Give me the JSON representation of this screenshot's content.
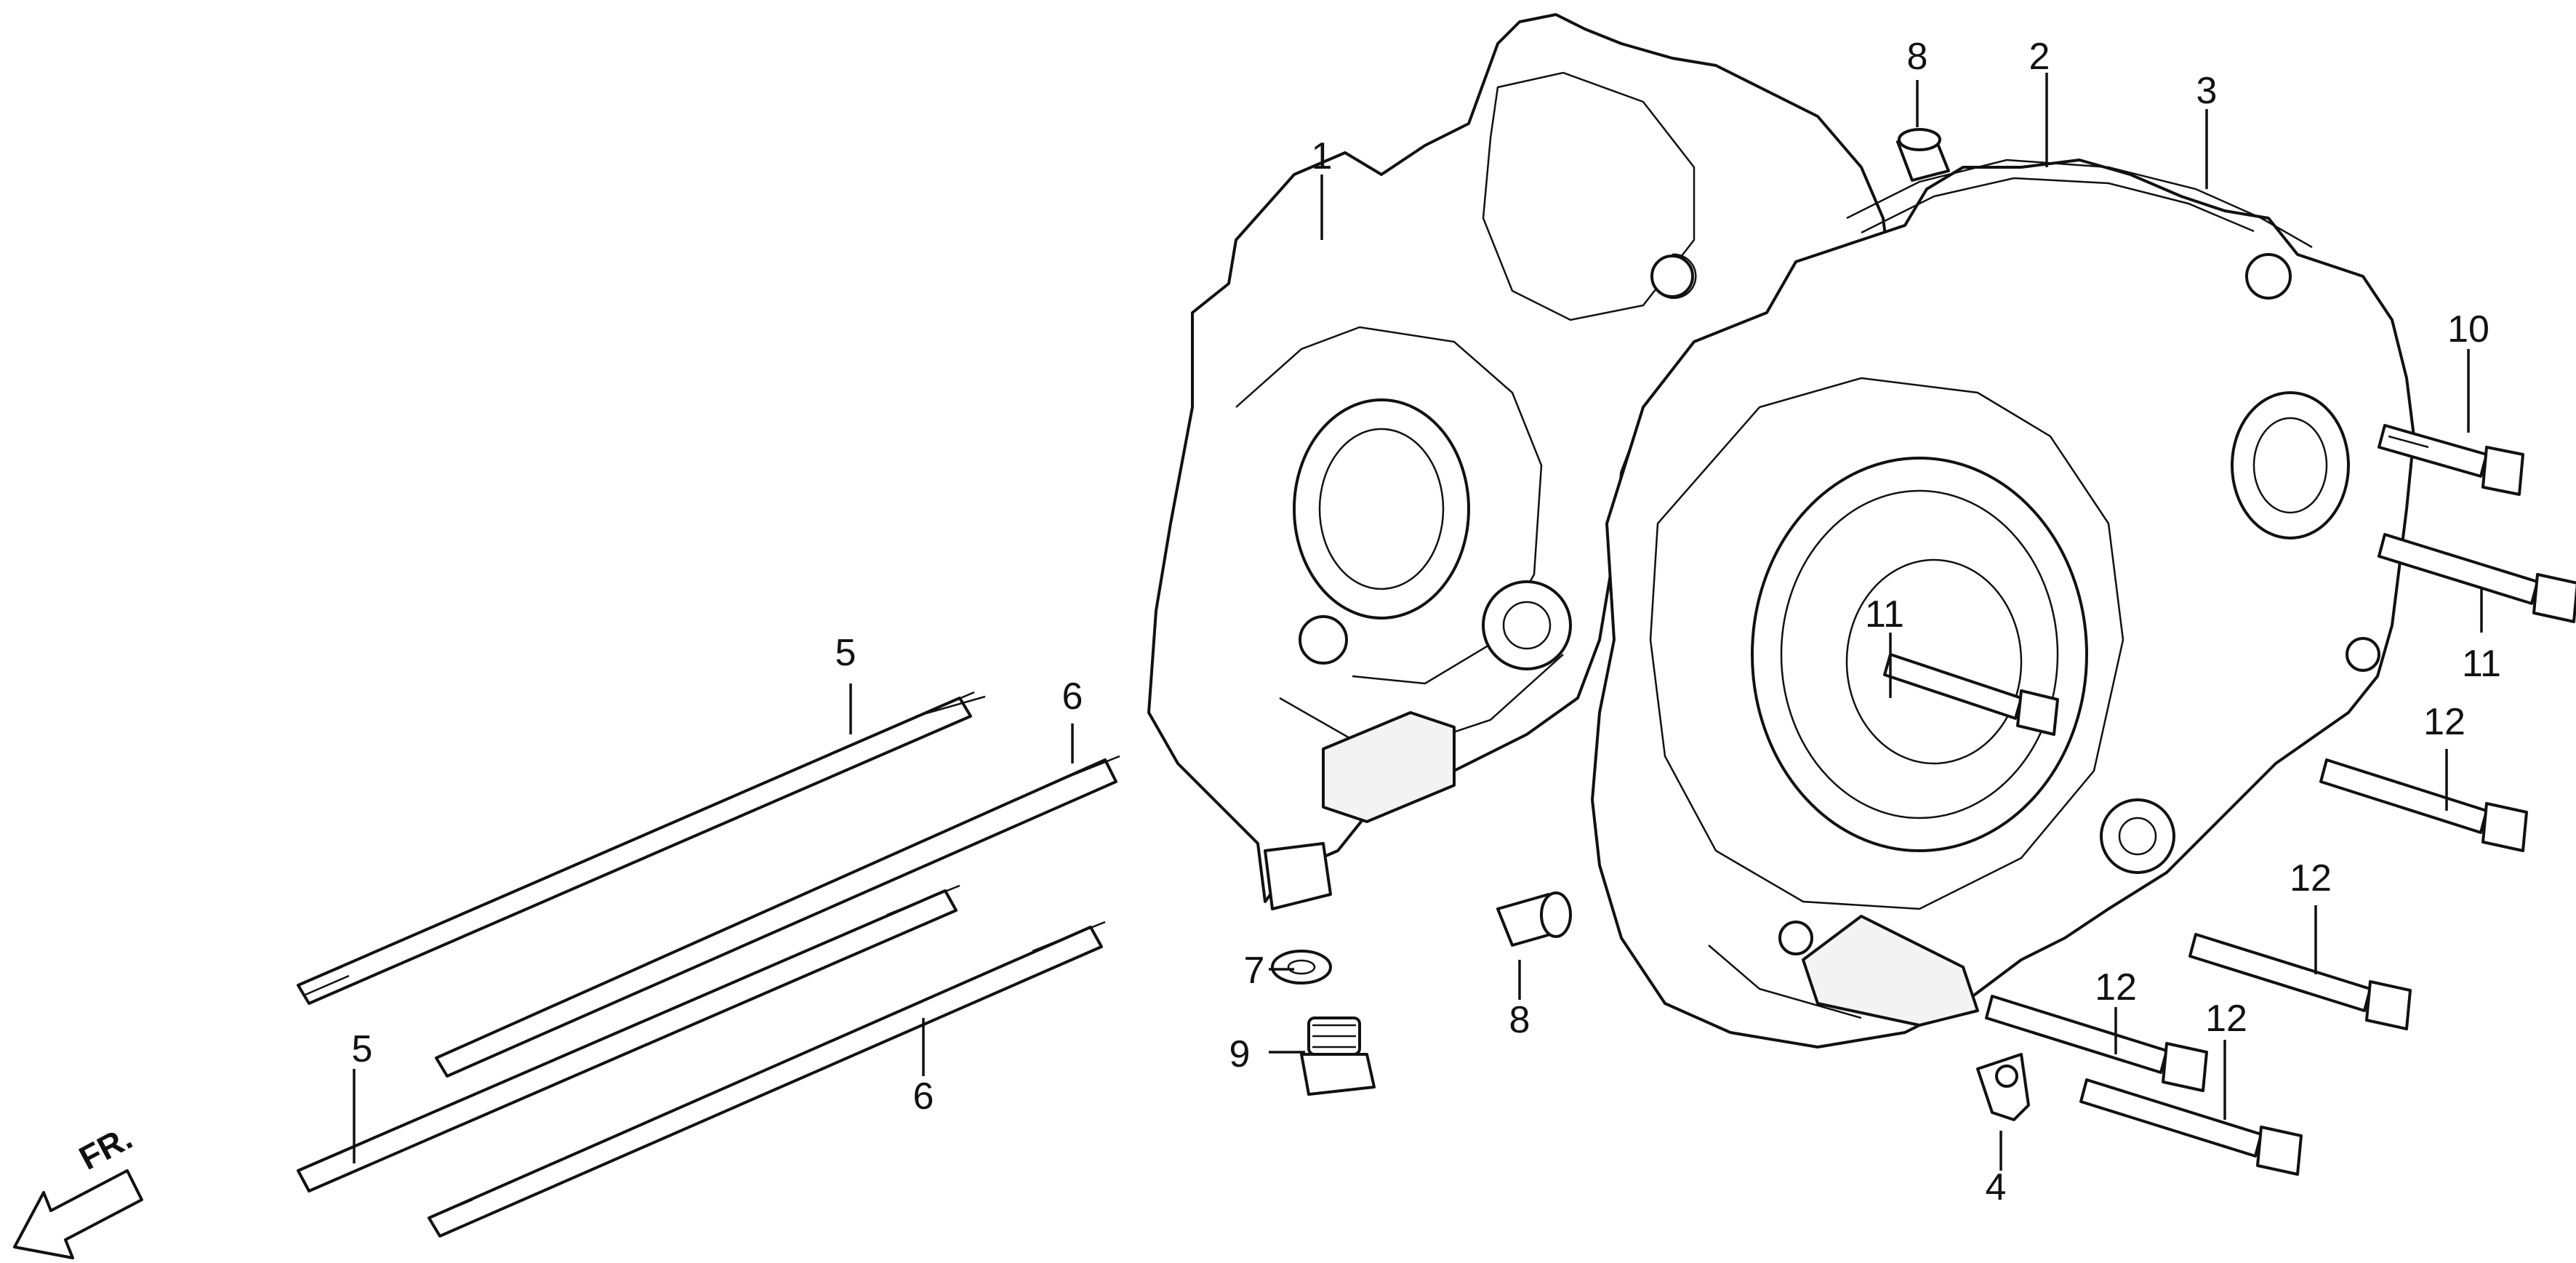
{
  "diagram": {
    "callouts": [
      {
        "id": "c1a",
        "text": "1"
      },
      {
        "id": "c2a",
        "text": "2"
      },
      {
        "id": "c3a",
        "text": "3"
      },
      {
        "id": "c4a",
        "text": "4"
      },
      {
        "id": "c5a",
        "text": "5"
      },
      {
        "id": "c5b",
        "text": "5"
      },
      {
        "id": "c6a",
        "text": "6"
      },
      {
        "id": "c6b",
        "text": "6"
      },
      {
        "id": "c7a",
        "text": "7"
      },
      {
        "id": "c8a",
        "text": "8"
      },
      {
        "id": "c8b",
        "text": "8"
      },
      {
        "id": "c9a",
        "text": "9"
      },
      {
        "id": "c10a",
        "text": "10"
      },
      {
        "id": "c11a",
        "text": "11"
      },
      {
        "id": "c11b",
        "text": "11"
      },
      {
        "id": "c12a",
        "text": "12"
      },
      {
        "id": "c12b",
        "text": "12"
      },
      {
        "id": "c12c",
        "text": "12"
      },
      {
        "id": "c12d",
        "text": "12"
      }
    ],
    "direction_label": "FR."
  }
}
